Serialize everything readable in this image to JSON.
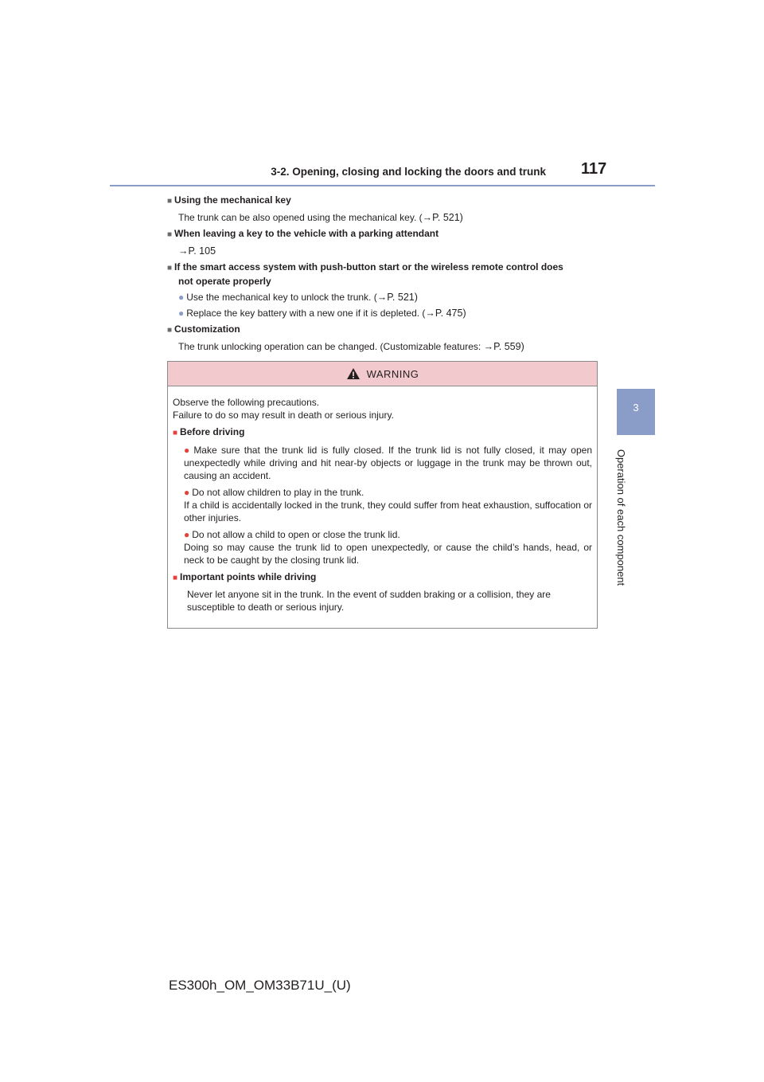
{
  "header": {
    "section_title": "3-2. Opening, closing and locking the doors and trunk",
    "page_number": "117"
  },
  "side_tab": {
    "number": "3",
    "label": "Operation of each component"
  },
  "content": {
    "mechanical_key": {
      "heading": "Using the mechanical key",
      "text": "The trunk can be also opened using the mechanical key. (",
      "ref": "→P. 521)"
    },
    "parking_attendant": {
      "heading": "When leaving a key to the vehicle with a parking attendant",
      "ref": "→P. 105"
    },
    "not_operate": {
      "heading_line1": "If the smart access system with push-button start or the wireless remote control does",
      "heading_line2": "not operate properly",
      "bullet1_text": "Use the mechanical key to unlock the trunk. (",
      "bullet1_ref": "→P. 521)",
      "bullet2_text": "Replace the key battery with a new one if it is depleted. (",
      "bullet2_ref": "→P. 475)"
    },
    "customization": {
      "heading": "Customization",
      "text": "The trunk unlocking operation can be changed. (Customizable features: ",
      "ref": "→P. 559)"
    }
  },
  "warning": {
    "title": "WARNING",
    "intro_line1": "Observe the following precautions.",
    "intro_line2": "Failure to do so may result in death or serious injury.",
    "before_driving_heading": "Before driving",
    "item1": "Make sure that the trunk lid is fully closed. If the trunk lid is not fully closed, it may open unexpectedly while driving and hit near-by objects or luggage in the trunk may be thrown out, causing an accident.",
    "item2_line1": "Do not allow children to play in the trunk.",
    "item2_line2": "If a child is accidentally locked in the trunk, they could suffer from heat exhaustion, suffocation or other injuries.",
    "item3_line1": "Do not allow a child to open or close the trunk lid.",
    "item3_line2": "Doing so may cause the trunk lid to open unexpectedly, or cause the child’s hands, head, or neck to be caught by the closing trunk lid.",
    "important_heading": "Important points while driving",
    "important_text": "Never let anyone sit in the trunk. In the event of sudden braking or a collision, they are susceptible to death or serious injury."
  },
  "footer": {
    "code": "ES300h_OM_OM33B71U_(U)"
  }
}
